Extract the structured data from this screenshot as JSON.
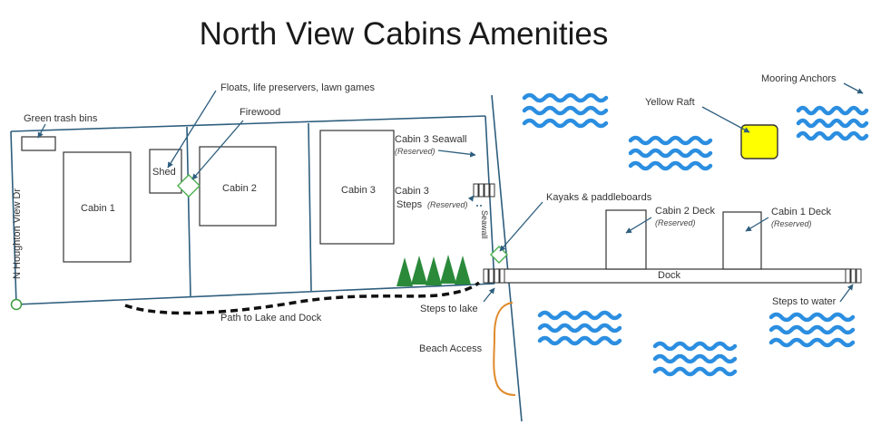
{
  "title": "North View Cabins Amenities",
  "road_label": "N Houghton View Dr",
  "labels": {
    "cabin1": "Cabin 1",
    "cabin2": "Cabin 2",
    "cabin3": "Cabin 3",
    "shed": "Shed",
    "trash": "Green trash bins",
    "floats": "Floats, life preservers, lawn games",
    "firewood": "Firewood",
    "cabin3_seawall": "Cabin 3 Seawall",
    "cabin3_steps_line1": "Cabin 3",
    "cabin3_steps_line2": "Steps",
    "seawall": "Seawall",
    "kayaks": "Kayaks & paddleboards",
    "cabin2_deck": "Cabin 2 Deck",
    "cabin1_deck": "Cabin 1 Deck",
    "dock": "Dock",
    "yellow_raft": "Yellow Raft",
    "mooring_anchors": "Mooring Anchors",
    "steps_to_lake": "Steps to lake",
    "steps_to_water": "Steps to water",
    "path": "Path to Lake and Dock",
    "beach_access": "Beach Access",
    "reserved": "(Reserved)"
  },
  "colors": {
    "lines": "#2e5e7e",
    "water": "#2b8ee0",
    "trees": "#2a8a3a",
    "raft": "#ffff00",
    "beach": "#e08a2a",
    "diamond": "#4caf50"
  }
}
